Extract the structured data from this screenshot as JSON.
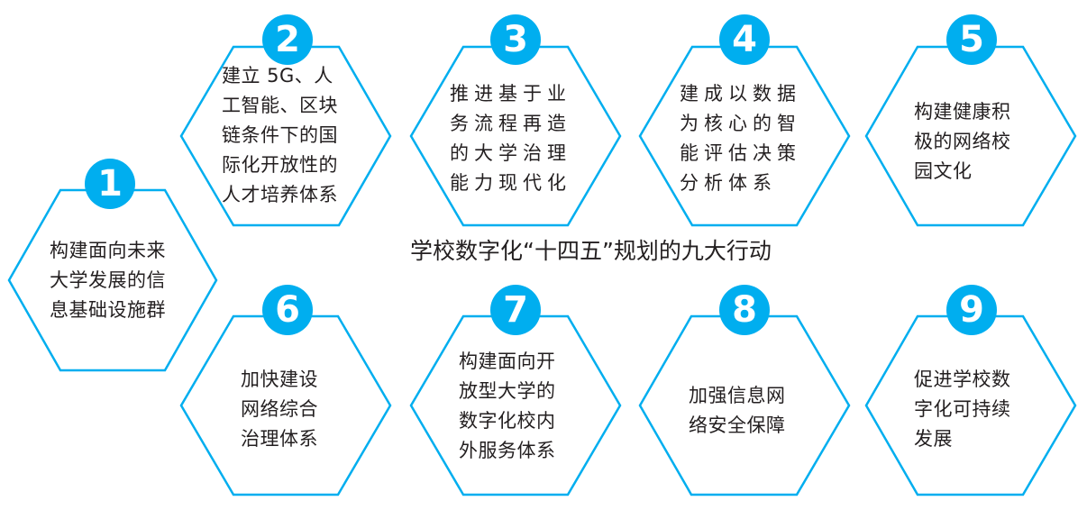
{
  "title": "学校数字化“十四五”规划的九大行动",
  "colors": {
    "accent": "#00aeef",
    "text": "#231f20",
    "background": "#ffffff"
  },
  "actions": [
    {
      "number": "1",
      "text": "构建面向未来\n大学发展的信\n息基础设施群"
    },
    {
      "number": "2",
      "text": "建立 5G、人\n工智能、区块\n链条件下的国\n际化开放性的\n人才培养体系"
    },
    {
      "number": "3",
      "text": "推进基于业\n务流程再造\n的大学治理\n能力现代化"
    },
    {
      "number": "4",
      "text": "建成以数据\n为核心的智\n能评估决策\n分析体系"
    },
    {
      "number": "5",
      "text": "构建健康积\n极的网络校\n园文化"
    },
    {
      "number": "6",
      "text": "加快建设\n网络综合\n治理体系"
    },
    {
      "number": "7",
      "text": "构建面向开\n放型大学的\n数字化校内\n外服务体系"
    },
    {
      "number": "8",
      "text": "加强信息网\n络安全保障"
    },
    {
      "number": "9",
      "text": "促进学校数\n字化可持续\n发展"
    }
  ]
}
